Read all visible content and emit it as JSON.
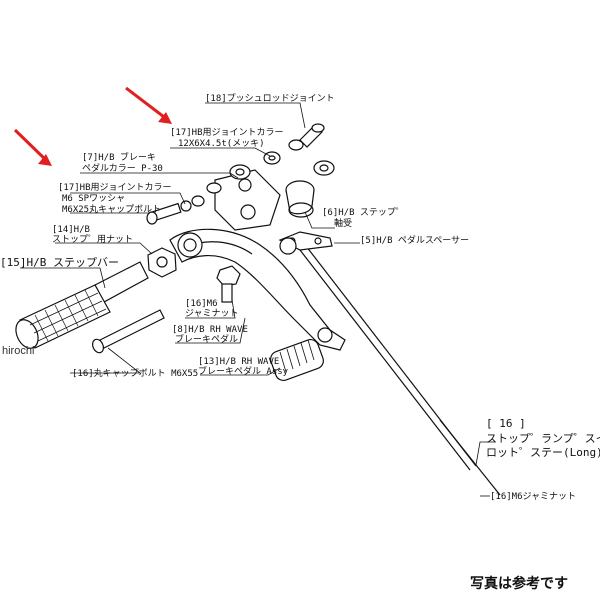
{
  "watermark": "hirochi",
  "note": "写真は参考です",
  "arrow_color": "#e02020",
  "labels": {
    "p18": "[18]プッシュロッドジョイント",
    "p17a_1": "[17]HB用ジョイントカラー",
    "p17a_2": "12X6X4.5t(メッキ)",
    "p7_1": "[7]H/B ブレーキ",
    "p7_2": "ペダルカラー P-30",
    "p17b_1": "[17]HB用ジョイントカラー",
    "p17b_2": "M6 SPワッシャ",
    "p17b_3": "M6X25丸キャップボルト",
    "p14_1": "[14]H/B",
    "p14_2": "ストップ゜用ナット",
    "p15": "[15]H/B ステップバー",
    "p6_1": "[6]H/B ステップ゜",
    "p6_2": "軸受",
    "p5": "[5]H/B ペダルスペーサー",
    "p16m_1": "[16]M6",
    "p16m_2": "ジャミナット",
    "p8_1": "[8]H/B RH WAVE",
    "p8_2": "ブレーキペダル",
    "p13_1": "[13]H/B RH WAVE",
    "p13_2": "ブレーキペダル Assy",
    "p16b": "[16]丸キャップボルト M6X55",
    "p16r_1": "[ 16 ]",
    "p16r_2": "ストップ゜ランプ゜スイッチ",
    "p16r_3": "ロット゜ステー(Long)",
    "p16j": "[16]M6ジャミナット"
  }
}
